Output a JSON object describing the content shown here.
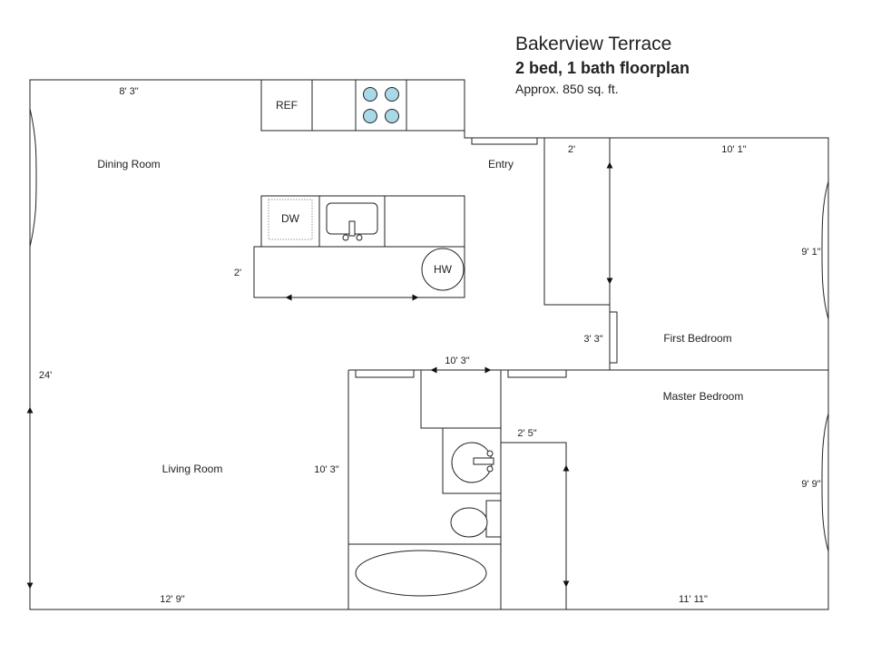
{
  "header": {
    "title": "Bakerview Terrace",
    "subtitle": "2 bed, 1 bath floorplan",
    "area": "Approx. 850 sq. ft."
  },
  "rooms": {
    "dining": "Dining Room",
    "entry": "Entry",
    "first_bedroom": "First Bedroom",
    "master_bedroom": "Master Bedroom",
    "living": "Living Room"
  },
  "fixtures": {
    "ref": "REF",
    "dw": "DW",
    "hw": "HW"
  },
  "dimensions": {
    "dining_width": "8' 3\"",
    "counter_depth": "2'",
    "closet_width": "2'",
    "first_bed_width": "10' 1\"",
    "first_bed_depth": "9' 1\"",
    "hall_width": "3' 3\"",
    "bath_width": "10' 3\"",
    "bath_depth": "10' 3\"",
    "living_depth": "24'",
    "living_width": "12' 9\"",
    "master_closet": "2' 5\"",
    "master_depth": "9' 9\"",
    "master_width": "11' 11\""
  }
}
